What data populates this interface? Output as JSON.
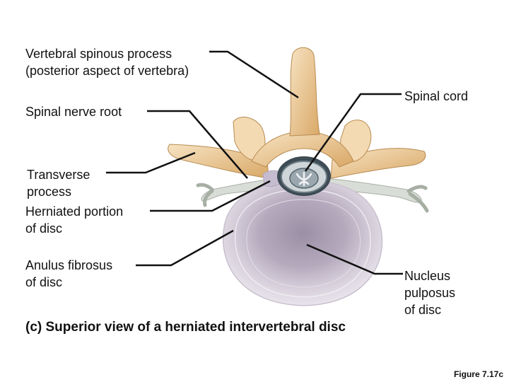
{
  "labels": {
    "spinous": [
      "Vertebral spinous process",
      "(posterior aspect of vertebra)"
    ],
    "spinal_cord": "Spinal cord",
    "nerve_root": "Spinal nerve root",
    "transverse": [
      "Transverse",
      "process"
    ],
    "herniated": [
      "Herniated portion",
      "of disc"
    ],
    "anulus": [
      "Anulus fibrosus",
      "of disc"
    ],
    "nucleus": [
      "Nucleus",
      "pulposus",
      "of disc"
    ]
  },
  "caption": "(c) Superior view of a herniated intervertebral disc",
  "figure_number": "Figure 7.17c",
  "colors": {
    "bone": "#f0d3a6",
    "bone_shadow": "#d9a96a",
    "disc_outer": "#e6e1ea",
    "disc_nucleus": "#9c8fa6",
    "nerve": "#d8dcd6",
    "cord": "#5f6f78"
  }
}
